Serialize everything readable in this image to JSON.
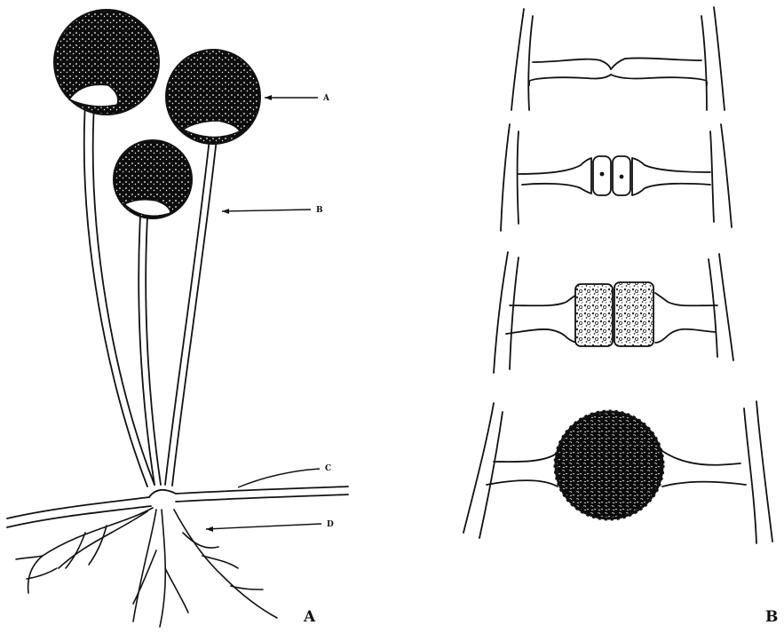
{
  "figure": {
    "panel_a": {
      "panel_label": "A",
      "callouts": {
        "a": "A",
        "b": "B",
        "c": "C",
        "d": "D"
      }
    },
    "panel_b": {
      "panel_label": "B"
    }
  }
}
